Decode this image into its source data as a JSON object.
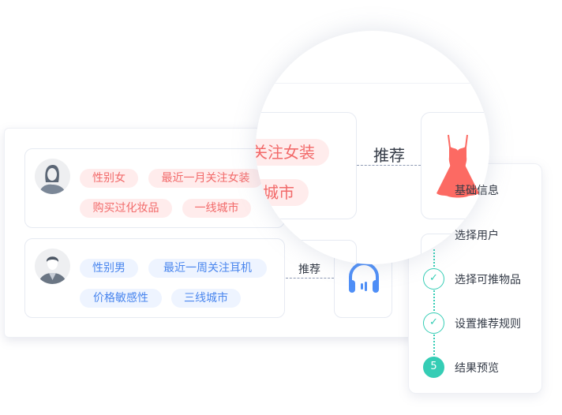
{
  "users": [
    {
      "avatar": "female-avatar",
      "tags": [
        "性别女",
        "最近一月关注女装",
        "购买过化妆品",
        "一线城市"
      ]
    },
    {
      "avatar": "male-avatar",
      "tags": [
        "性别男",
        "最近一周关注耳机",
        "价格敏感性",
        "三线城市"
      ]
    }
  ],
  "recommend_label": "推荐",
  "magnified": {
    "tags": [
      "关注女装",
      "城市"
    ],
    "recommend_label": "推荐",
    "item": "dress-icon"
  },
  "item_icon": "headphones-icon",
  "steps": [
    {
      "label": "基础信息"
    },
    {
      "label": "选择用户"
    },
    {
      "label": "选择可推物品",
      "state": "done"
    },
    {
      "label": "设置推荐规则",
      "state": "done"
    },
    {
      "label": "结果预览",
      "number": "5",
      "state": "current"
    }
  ],
  "colors": {
    "pink_text": "#f26a6a",
    "pink_bg": "#ffecec",
    "blue_text": "#4a86ee",
    "blue_bg": "#eef4ff",
    "teal": "#35cdb5",
    "dress": "#fc6a63",
    "headphones": "#4f8ff7"
  }
}
